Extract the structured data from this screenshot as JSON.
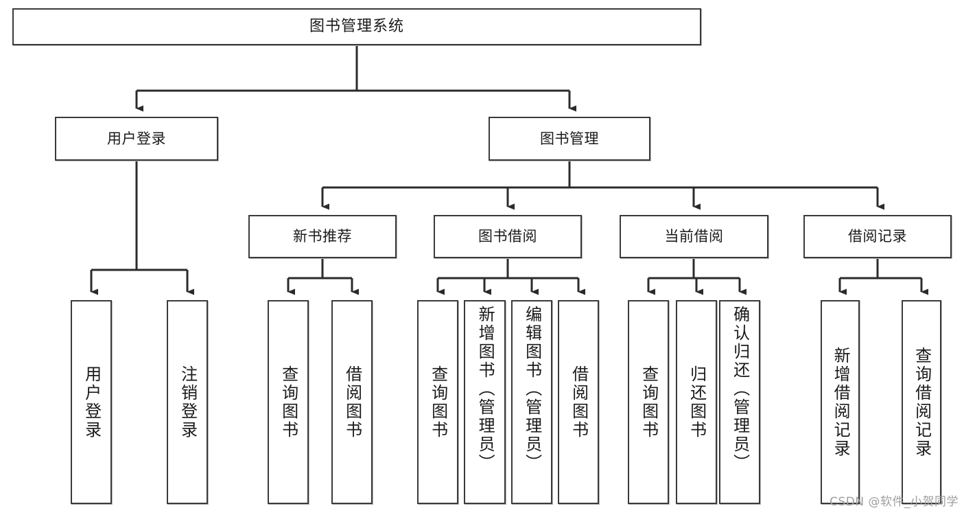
{
  "diagram": {
    "type": "tree",
    "title": "图书管理系统",
    "colors": {
      "box_border": "#3a3a3a",
      "box_fill": "#ffffff",
      "edge": "#2b2b2b",
      "text": "#1a1a1a",
      "watermark": "#9e9e9e"
    },
    "levels": {
      "root": "图书管理系统",
      "level2": [
        "用户登录",
        "图书管理"
      ],
      "level3": [
        "新书推荐",
        "图书借阅",
        "当前借阅",
        "借阅记录"
      ]
    },
    "nodes": {
      "root": {
        "label": "图书管理系统"
      },
      "user_login": {
        "label": "用户登录"
      },
      "book_manage": {
        "label": "图书管理"
      },
      "new_book_rec": {
        "label": "新书推荐"
      },
      "book_borrow": {
        "label": "图书借阅"
      },
      "current_borrow": {
        "label": "当前借阅"
      },
      "borrow_record": {
        "label": "借阅记录"
      },
      "leaf_user_login": {
        "label": "用户登录"
      },
      "leaf_logout": {
        "label": "注销登录"
      },
      "leaf_query_book_a": {
        "label": "查询图书"
      },
      "leaf_borrow_book_a": {
        "label": "借阅图书"
      },
      "leaf_query_book_b": {
        "label": "查询图书"
      },
      "leaf_add_book": {
        "label": "新增图书（管理员）"
      },
      "leaf_edit_book": {
        "label": "编辑图书（管理员）"
      },
      "leaf_borrow_book_b": {
        "label": "借阅图书"
      },
      "leaf_query_book_c": {
        "label": "查询图书"
      },
      "leaf_return_book": {
        "label": "归还图书"
      },
      "leaf_confirm_return": {
        "label": "确认归还（管理员）"
      },
      "leaf_add_record": {
        "label": "新增借阅记录"
      },
      "leaf_query_record": {
        "label": "查询借阅记录"
      }
    },
    "edges": [
      {
        "from": "root",
        "to": "user_login"
      },
      {
        "from": "root",
        "to": "book_manage"
      },
      {
        "from": "user_login",
        "to": "leaf_user_login"
      },
      {
        "from": "user_login",
        "to": "leaf_logout"
      },
      {
        "from": "book_manage",
        "to": "new_book_rec"
      },
      {
        "from": "book_manage",
        "to": "book_borrow"
      },
      {
        "from": "book_manage",
        "to": "current_borrow"
      },
      {
        "from": "book_manage",
        "to": "borrow_record"
      },
      {
        "from": "new_book_rec",
        "to": "leaf_query_book_a"
      },
      {
        "from": "new_book_rec",
        "to": "leaf_borrow_book_a"
      },
      {
        "from": "book_borrow",
        "to": "leaf_query_book_b"
      },
      {
        "from": "book_borrow",
        "to": "leaf_add_book"
      },
      {
        "from": "book_borrow",
        "to": "leaf_edit_book"
      },
      {
        "from": "book_borrow",
        "to": "leaf_borrow_book_b"
      },
      {
        "from": "current_borrow",
        "to": "leaf_query_book_c"
      },
      {
        "from": "current_borrow",
        "to": "leaf_return_book"
      },
      {
        "from": "current_borrow",
        "to": "leaf_confirm_return"
      },
      {
        "from": "borrow_record",
        "to": "leaf_add_record"
      },
      {
        "from": "borrow_record",
        "to": "leaf_query_record"
      }
    ]
  },
  "watermark": {
    "text": "CSDN @软件_小贺同学"
  }
}
